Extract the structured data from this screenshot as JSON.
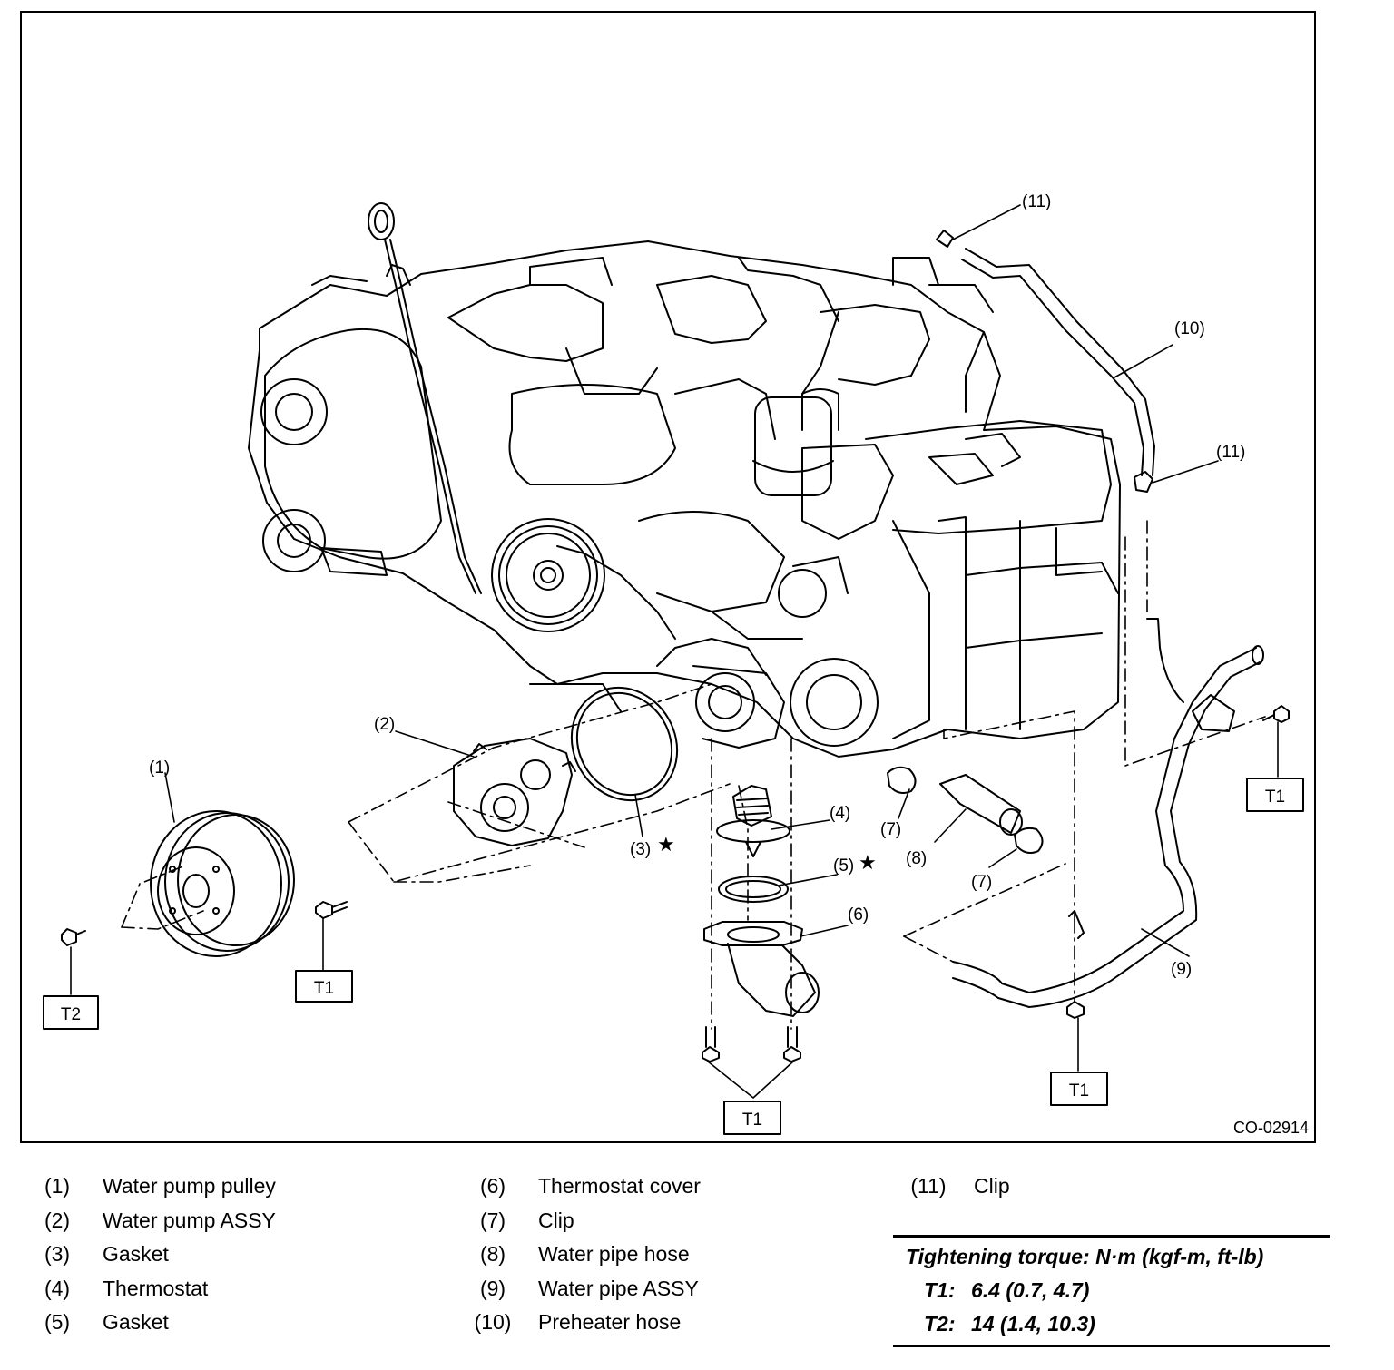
{
  "diagram": {
    "callouts": [
      {
        "id": "c1",
        "label": "(1)"
      },
      {
        "id": "c2",
        "label": "(2)"
      },
      {
        "id": "c3",
        "label": "(3)"
      },
      {
        "id": "c4",
        "label": "(4)"
      },
      {
        "id": "c5",
        "label": "(5)"
      },
      {
        "id": "c6",
        "label": "(6)"
      },
      {
        "id": "c7a",
        "label": "(7)"
      },
      {
        "id": "c7b",
        "label": "(7)"
      },
      {
        "id": "c8",
        "label": "(8)"
      },
      {
        "id": "c9",
        "label": "(9)"
      },
      {
        "id": "c10",
        "label": "(10)"
      },
      {
        "id": "c11a",
        "label": "(11)"
      },
      {
        "id": "c11b",
        "label": "(11)"
      }
    ],
    "torque_boxes": [
      "T2",
      "T1",
      "T1",
      "T1",
      "T1"
    ],
    "star_symbol": "★",
    "code": "CO-02914"
  },
  "legend": {
    "col1": [
      {
        "num": "(1)",
        "name": "Water pump pulley"
      },
      {
        "num": "(2)",
        "name": "Water pump ASSY"
      },
      {
        "num": "(3)",
        "name": "Gasket"
      },
      {
        "num": "(4)",
        "name": "Thermostat"
      },
      {
        "num": "(5)",
        "name": "Gasket"
      }
    ],
    "col2": [
      {
        "num": "(6)",
        "name": "Thermostat cover"
      },
      {
        "num": "(7)",
        "name": "Clip"
      },
      {
        "num": "(8)",
        "name": "Water pipe hose"
      },
      {
        "num": "(9)",
        "name": "Water pipe ASSY"
      },
      {
        "num": "(10)",
        "name": "Preheater hose"
      }
    ],
    "col3": [
      {
        "num": "(11)",
        "name": "Clip"
      }
    ]
  },
  "torque": {
    "title": "Tightening torque: N·m (kgf-m, ft-lb)",
    "rows": [
      {
        "key": "T1:",
        "value": "6.4 (0.7, 4.7)"
      },
      {
        "key": "T2:",
        "value": "14 (1.4, 10.3)"
      }
    ]
  }
}
